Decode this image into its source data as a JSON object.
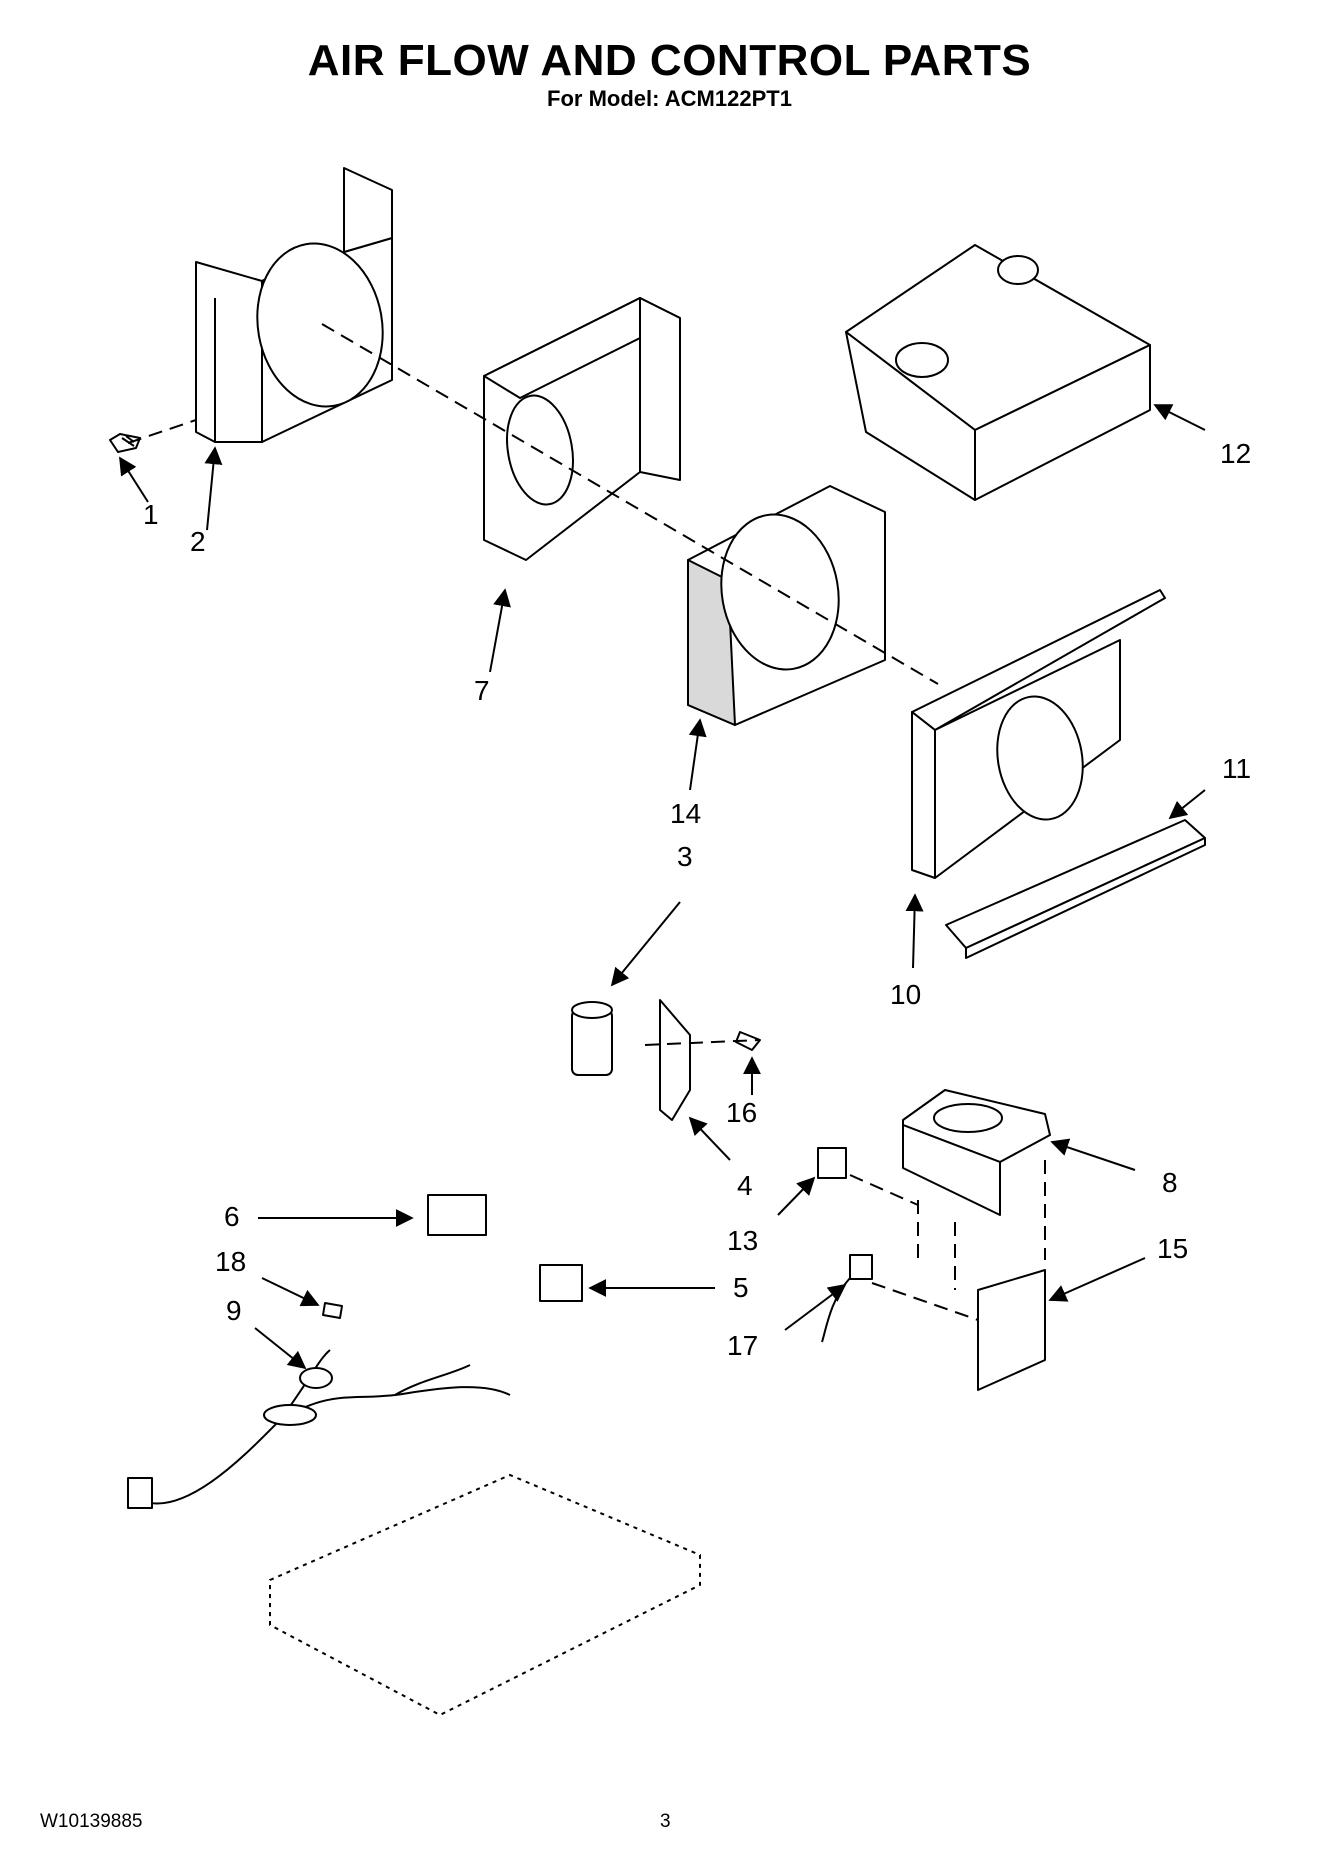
{
  "header": {
    "title": "AIR FLOW AND CONTROL PARTS",
    "subtitle": "For Model: ACM122PT1"
  },
  "footer": {
    "doc_number": "W10139885",
    "page_number": "3"
  },
  "callouts": [
    {
      "id": "c1",
      "label": "1"
    },
    {
      "id": "c2",
      "label": "2"
    },
    {
      "id": "c3",
      "label": "3"
    },
    {
      "id": "c4",
      "label": "4"
    },
    {
      "id": "c5",
      "label": "5"
    },
    {
      "id": "c6",
      "label": "6"
    },
    {
      "id": "c7",
      "label": "7"
    },
    {
      "id": "c8",
      "label": "8"
    },
    {
      "id": "c9",
      "label": "9"
    },
    {
      "id": "c10",
      "label": "10"
    },
    {
      "id": "c11",
      "label": "11"
    },
    {
      "id": "c12",
      "label": "12"
    },
    {
      "id": "c13",
      "label": "13"
    },
    {
      "id": "c14",
      "label": "14"
    },
    {
      "id": "c15",
      "label": "15"
    },
    {
      "id": "c16",
      "label": "16"
    },
    {
      "id": "c17",
      "label": "17"
    },
    {
      "id": "c18",
      "label": "18"
    }
  ]
}
